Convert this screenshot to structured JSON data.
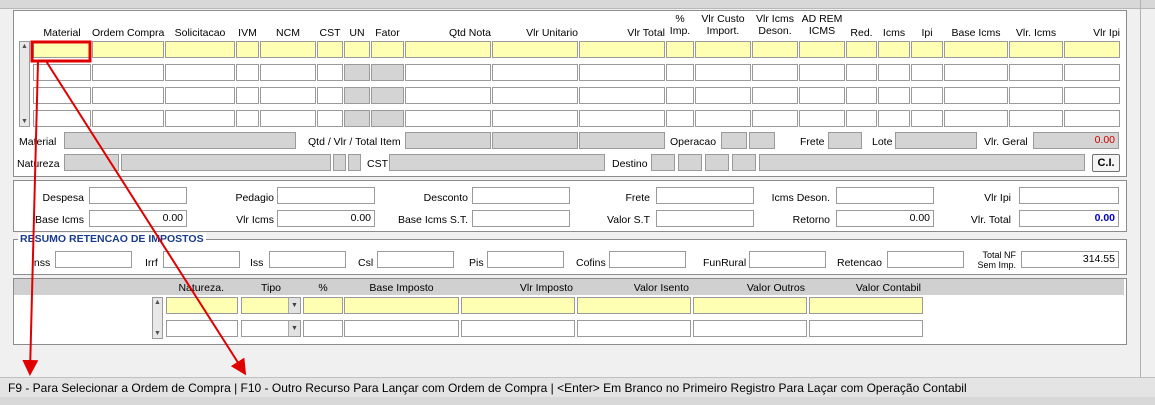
{
  "grid": {
    "headers": {
      "material": "Material",
      "ordem_compra": "Ordem Compra",
      "solicitacao": "Solicitacao",
      "ivm": "IVM",
      "ncm": "NCM",
      "cst": "CST",
      "un": "UN",
      "fator": "Fator",
      "qtd_nota": "Qtd Nota",
      "vlr_unitario": "Vlr Unitario",
      "vlr_total": "Vlr Total",
      "pct_imp_1": "%",
      "pct_imp_2": "Imp.",
      "vlr_custo_1": "Vlr Custo",
      "vlr_custo_2": "Import.",
      "vlr_icms_deson_1": "Vlr Icms",
      "vlr_icms_deson_2": "Deson.",
      "ad_rem_1": "AD REM",
      "ad_rem_2": "ICMS",
      "red": "Red.",
      "icms": "Icms",
      "ipi": "Ipi",
      "base_icms": "Base Icms",
      "vlr_icms": "Vlr. Icms",
      "vlr_ipi": "Vlr Ipi"
    }
  },
  "detail": {
    "material_label": "Material",
    "qtd_vlr_total_label": "Qtd / Vlr / Total Item",
    "operacao_label": "Operacao",
    "frete_label": "Frete",
    "lote_label": "Lote",
    "vlr_geral_label": "Vlr. Geral",
    "vlr_geral_value": "0.00",
    "natureza_label": "Natureza",
    "cst_label": "CST",
    "destino_label": "Destino",
    "ci_button": "C.I."
  },
  "totals": {
    "despesa_label": "Despesa",
    "pedagio_label": "Pedagio",
    "desconto_label": "Desconto",
    "frete_label": "Frete",
    "icms_deson_label": "Icms Deson.",
    "vlr_ipi_label": "Vlr Ipi",
    "base_icms_label": "Base Icms",
    "base_icms_value": "0.00",
    "vlr_icms_label": "Vlr Icms",
    "vlr_icms_value": "0.00",
    "base_icms_st_label": "Base Icms S.T.",
    "valor_st_label": "Valor S.T",
    "retorno_label": "Retorno",
    "retorno_value": "0.00",
    "vlr_total_label": "Vlr. Total",
    "vlr_total_value": "0.00"
  },
  "retencao": {
    "title": "RESUMO RETENCAO DE IMPOSTOS",
    "inss_label": "Inss",
    "irrf_label": "Irrf",
    "iss_label": "Iss",
    "csl_label": "Csl",
    "pis_label": "Pis",
    "cofins_label": "Cofins",
    "funrural_label": "FunRural",
    "retencao_label": "Retencao",
    "total_nf_label_1": "Total NF",
    "total_nf_label_2": "Sem Imp.",
    "total_nf_value": "314.55"
  },
  "accounting": {
    "natureza": "Natureza.",
    "tipo": "Tipo",
    "pct": "%",
    "base_imposto": "Base Imposto",
    "vlr_imposto": "Vlr Imposto",
    "valor_isento": "Valor Isento",
    "valor_outros": "Valor Outros",
    "valor_contabil": "Valor Contabil"
  },
  "status_bar": {
    "hint": "F9 - Para Selecionar a Ordem de Compra | F10 - Outro Recurso Para Lançar com Ordem de Compra | <Enter> Em Branco no Primeiro Registro Para Laçar com Operação Contabil"
  },
  "colors": {
    "required_field": "#ffffb4",
    "readonly_field": "#d4d4d4",
    "annotation": "#e00000",
    "section_title": "#1a3c8c"
  }
}
